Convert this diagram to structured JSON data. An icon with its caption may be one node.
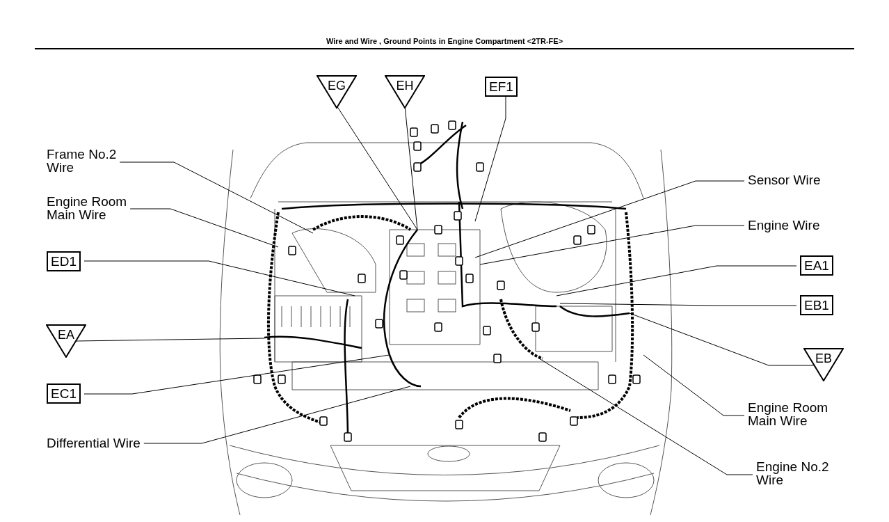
{
  "diagram": {
    "title": "Wire and Wire , Ground Points in Engine Compartment <2TR-FE>",
    "nodes": [
      {
        "text": [
          "EG"
        ]
      },
      {
        "text": [
          "EH"
        ]
      },
      {
        "text": [
          "EF1"
        ]
      },
      {
        "text": [
          "Frame No.2 Wire"
        ]
      },
      {
        "text": [
          "Engine Room Main Wire"
        ]
      },
      {
        "text": [
          "ED1"
        ]
      },
      {
        "text": [
          "EA"
        ]
      },
      {
        "text": [
          "EC1"
        ]
      },
      {
        "text": [
          "Differential Wire"
        ]
      },
      {
        "text": [
          "Sensor Wire"
        ]
      },
      {
        "text": [
          "Engine Wire"
        ]
      },
      {
        "text": [
          "EA1"
        ]
      },
      {
        "text": [
          "EB1"
        ]
      },
      {
        "text": [
          "EB"
        ]
      },
      {
        "text": [
          "Engine Room Main Wire"
        ]
      },
      {
        "text": [
          "Engine No.2 Wire"
        ]
      }
    ],
    "edges": [
      {
        "from": 0,
        "to": null,
        "arrow": "none"
      },
      {
        "from": 1,
        "to": null,
        "arrow": "none"
      },
      {
        "from": 2,
        "to": null,
        "arrow": "none"
      },
      {
        "from": 3,
        "to": null,
        "arrow": "none"
      },
      {
        "from": 4,
        "to": null,
        "arrow": "none"
      },
      {
        "from": 5,
        "to": null,
        "arrow": "none"
      },
      {
        "from": 6,
        "to": null,
        "arrow": "none"
      },
      {
        "from": 7,
        "to": null,
        "arrow": "none"
      },
      {
        "from": 8,
        "to": null,
        "arrow": "none"
      },
      {
        "from": 9,
        "to": null,
        "arrow": "none"
      },
      {
        "from": 10,
        "to": null,
        "arrow": "none"
      },
      {
        "from": 11,
        "to": null,
        "arrow": "none"
      },
      {
        "from": 12,
        "to": null,
        "arrow": "none"
      },
      {
        "from": 13,
        "to": null,
        "arrow": "none"
      },
      {
        "from": 14,
        "to": null,
        "arrow": "none"
      },
      {
        "from": 15,
        "to": null,
        "arrow": "none"
      }
    ]
  }
}
